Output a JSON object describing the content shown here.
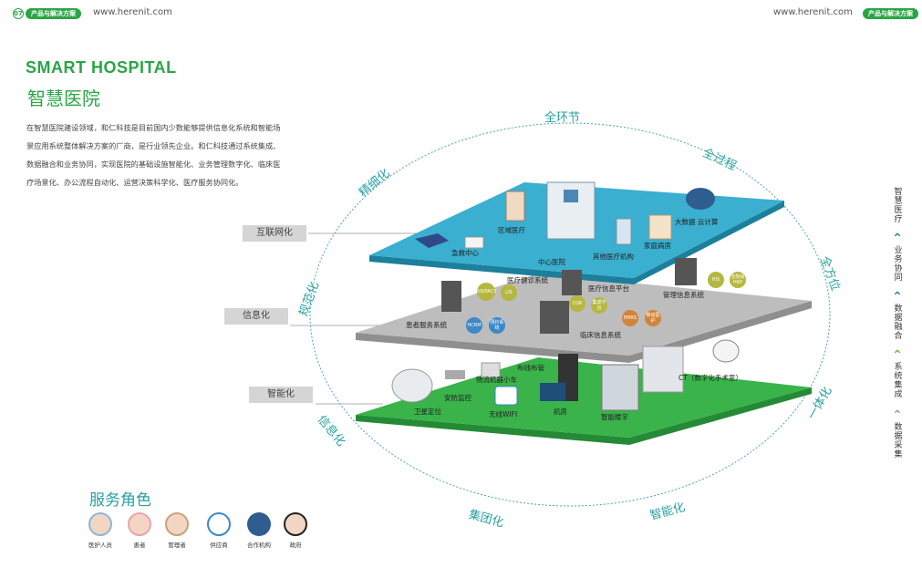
{
  "header": {
    "page_number": "07",
    "section_badge_left": "产品与解决方案",
    "url_left": "www.herenit.com",
    "url_right": "www.herenit.com",
    "section_badge_right": "产品与解决方案"
  },
  "title": {
    "en": "SMART HOSPITAL",
    "cn": "智慧医院"
  },
  "intro_lines": [
    "在智慧医院建设领域，和仁科技是目前国内少数能够提供信息化系统和智能场",
    "景应用系统整体解决方案的厂商，是行业领先企业。和仁科技通过系统集成、",
    "数据融合和业务协同，实现医院的基础设施智能化、业务管理数字化、临床医",
    "疗场景化、办公流程自动化、运营决策科学化、医疗服务协同化。"
  ],
  "layers": [
    "互联网化",
    "信息化",
    "智能化"
  ],
  "ring_words": [
    "全环节",
    "全过程",
    "全方位",
    "一体化",
    "智能化",
    "集团化",
    "信息化",
    "规范化",
    "精细化"
  ],
  "top_layer_labels": [
    "区域医疗",
    "急救中心",
    "中心医院",
    "其他医疗机构",
    "家庭病房",
    "大数据 云计算"
  ],
  "middle_layer_labels": [
    "医疗健诊系统",
    "医疗信息平台",
    "管理信息系统",
    "患者服务系统",
    "临床信息系统"
  ],
  "middle_circles": [
    "RIS/PACS",
    "LIS",
    "CDR",
    "集成平台",
    "EMRS",
    "移动医护",
    "HIS",
    "全院级HRP",
    "HCRM",
    "预约系统"
  ],
  "bottom_layer_labels": [
    "布线布管",
    "物流机器小车",
    "CT（数字化手术室）",
    "安防监控",
    "卫星定位",
    "无线WIFI",
    "机房",
    "智能楼宇"
  ],
  "sidebar": {
    "title": "智慧医疗",
    "items": [
      "业务协同",
      "数据融合",
      "系统集成",
      "数据采集"
    ],
    "colors": [
      "#1a8e8e",
      "#1a8e8e",
      "#6ab83a",
      "#a88dc8"
    ]
  },
  "roles": {
    "title": "服务角色",
    "items": [
      "医护人员",
      "患者",
      "管理者",
      "供应商",
      "合作机构",
      "政府"
    ]
  },
  "colors": {
    "brand_green": "#2aa545",
    "teal": "#2aa0a0",
    "top_layer": "#3aafcf",
    "mid_layer": "#bdbdbd",
    "bottom_layer": "#39b34a"
  }
}
